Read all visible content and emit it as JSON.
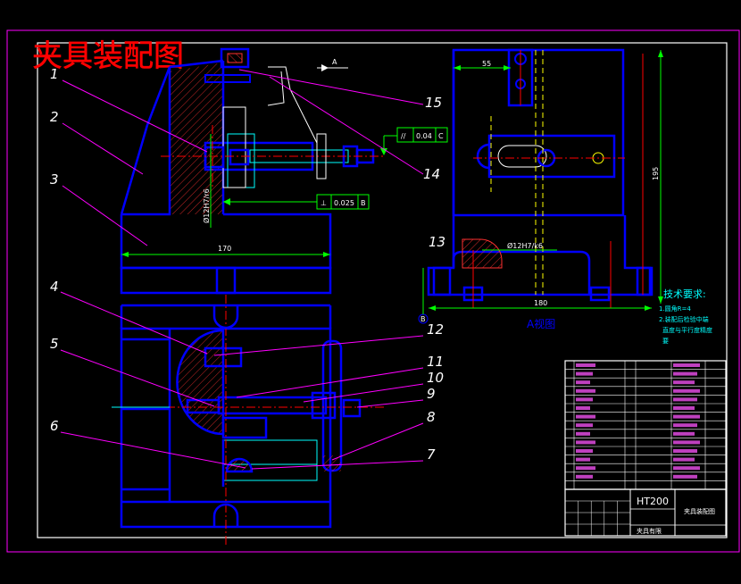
{
  "title": "夹具装配图",
  "view_marker": "A",
  "view_title": "A视图",
  "part_labels": [
    "1",
    "2",
    "3",
    "4",
    "5",
    "6",
    "7",
    "8",
    "9",
    "10",
    "11",
    "12",
    "13",
    "14",
    "15"
  ],
  "dimensions": {
    "base_width": "170",
    "side_width": "180",
    "height": "195",
    "offset": "55",
    "fit_left": "Ø12H7/r6",
    "fit_right": "Ø12H7/k6"
  },
  "tolerances": {
    "parallel": {
      "symbol": "//",
      "value": "0.04",
      "datum": "C"
    },
    "perpendicular": {
      "symbol": "⊥",
      "value": "0.025",
      "datum": "B"
    }
  },
  "datum_marker": "B",
  "tech_req": {
    "heading": "技术要求:",
    "item1": "1.圆角R=4",
    "item2": "2.装配后检验中端",
    "item3": "直度与平行度精度",
    "item4": "要"
  },
  "title_block": {
    "material": "HT200",
    "drawing_name": "夹具装配图",
    "company": "夹具有限"
  },
  "colors": {
    "outline": "#0000ff",
    "frame": "#ff00ff",
    "dim": "#00ff00",
    "center": "#ff0000",
    "hatch": "#ff0000",
    "bolt": "#00ffff",
    "title": "#ff0000",
    "tech": "#00ffff",
    "label": "#ffffff"
  }
}
